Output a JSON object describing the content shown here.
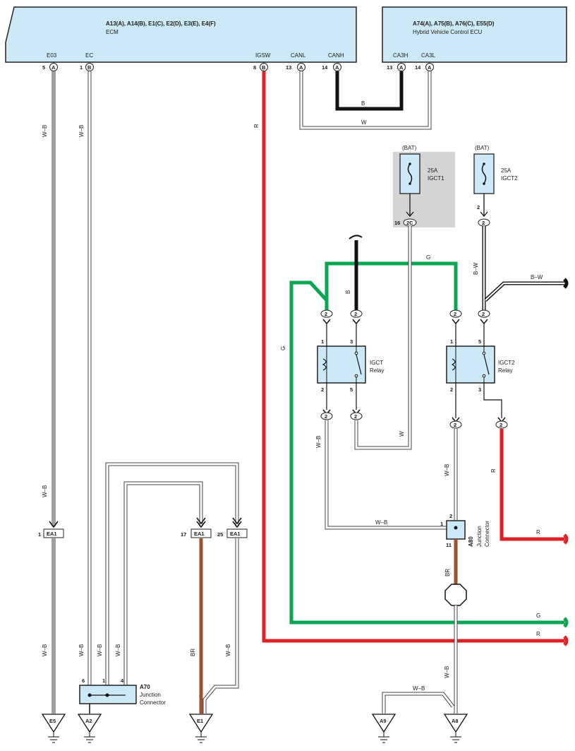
{
  "ecm": {
    "connectors": "A13(A), A14(B), E1(C), E2(D), E3(E), E4(F)",
    "name": "ECM",
    "terminals": [
      {
        "name": "E03",
        "pin": "5",
        "conn": "A"
      },
      {
        "name": "EC",
        "pin": "1",
        "conn": "B"
      },
      {
        "name": "IGSW",
        "pin": "8",
        "conn": "B"
      },
      {
        "name": "CANL",
        "pin": "13",
        "conn": "A"
      },
      {
        "name": "CANH",
        "pin": "14",
        "conn": "A"
      }
    ]
  },
  "hv_ecu": {
    "connectors": "A74(A), A75(B), A76(C), E55(D)",
    "name": "Hybrid Vehicle Control ECU",
    "terminals": [
      {
        "name": "CA3H",
        "pin": "13",
        "conn": "A"
      },
      {
        "name": "CA3L",
        "pin": "14",
        "conn": "A"
      }
    ]
  },
  "fuses": {
    "igct1": {
      "source": "(BAT)",
      "rating": "25A",
      "name": "IGCT1",
      "pin": "16",
      "conn": "2C"
    },
    "igct2": {
      "source": "(BAT)",
      "rating": "25A",
      "name": "IGCT2",
      "pin": "2",
      "conn": "2"
    }
  },
  "relays": {
    "igct": {
      "name_line1": "IGCT",
      "name_line2": "Relay",
      "pins": [
        "1",
        "3",
        "2",
        "5"
      ]
    },
    "igct2": {
      "name_line1": "IGCT2",
      "name_line2": "Relay",
      "pins": [
        "1",
        "5",
        "2",
        "3"
      ]
    }
  },
  "connectors": {
    "relay_block": "2",
    "ea1": "EA1",
    "ea1_pins": [
      "1",
      "17",
      "25"
    ]
  },
  "junctions": {
    "a70": {
      "code": "A70",
      "line1": "Junction",
      "line2": "Connector",
      "pins": [
        "6",
        "1",
        "4"
      ]
    },
    "a80": {
      "code": "A80",
      "line1": "Junction",
      "line2": "Connector",
      "pins": [
        "2",
        "1",
        "11"
      ]
    }
  },
  "grounds": [
    "E5",
    "A2",
    "E1",
    "A9",
    "A8"
  ],
  "wire_colors": {
    "W-B": "W–B",
    "B": "B",
    "W": "W",
    "R": "R",
    "G": "G",
    "BR": "BR",
    "B-W": "B–W"
  },
  "colors": {
    "ecu_fill": "#cde9f7",
    "red": "#e01f26",
    "green": "#0aa650",
    "brown": "#a0522d",
    "black": "#111111",
    "fuse_box": "#d4d4d4"
  }
}
